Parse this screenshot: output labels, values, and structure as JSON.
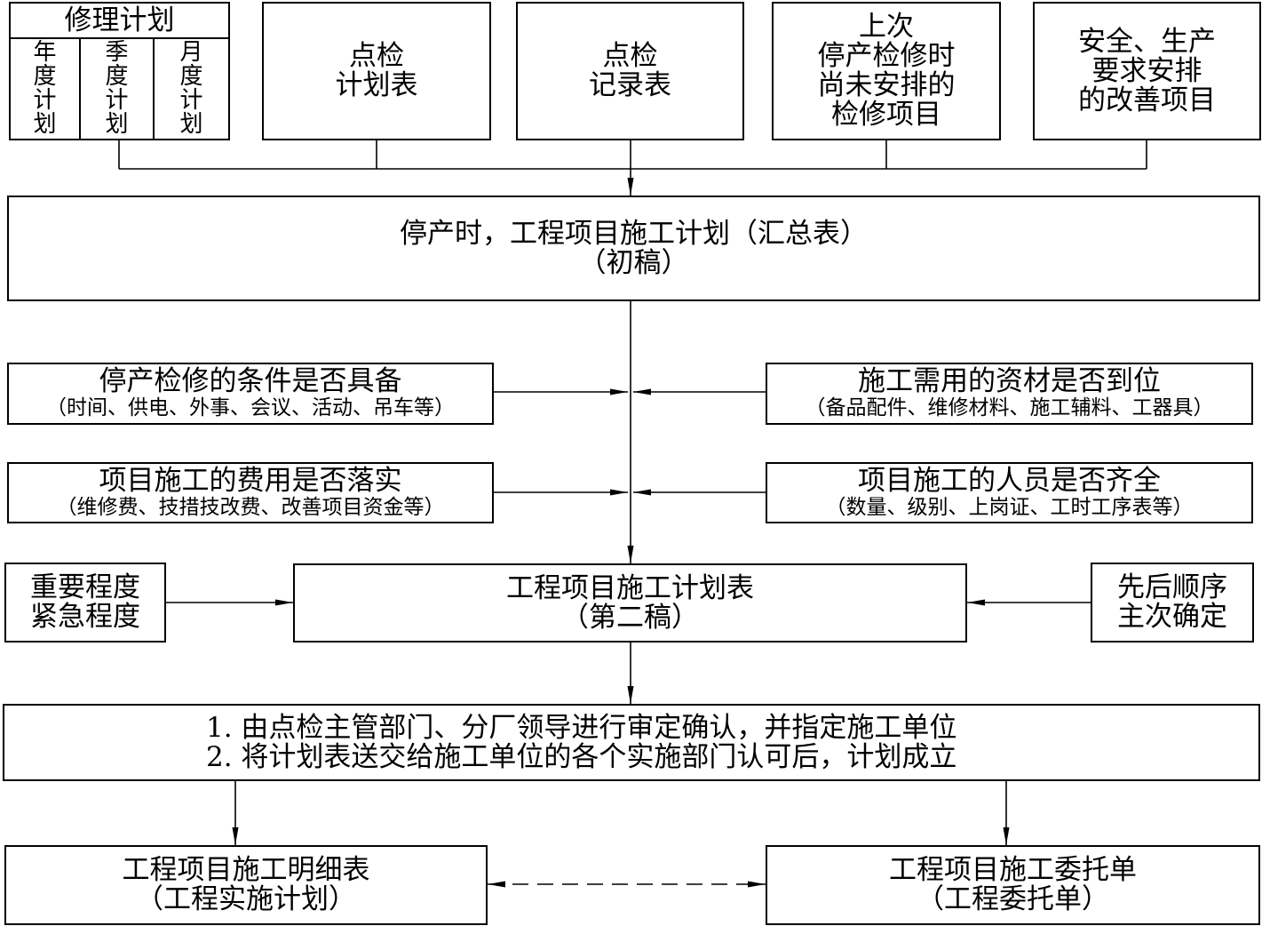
{
  "repair_plan": {
    "title": "修理计划",
    "columns": [
      "年度计划",
      "季度计划",
      "月度计划"
    ]
  },
  "sources": [
    {
      "lines": [
        "点检",
        "计划表"
      ]
    },
    {
      "lines": [
        "点检",
        "记录表"
      ]
    },
    {
      "lines": [
        "上次",
        "停产检修时",
        "尚未安排的",
        "检修项目"
      ]
    },
    {
      "lines": [
        "安全、生产",
        "要求安排",
        "的改善项目"
      ]
    }
  ],
  "summary_plan": {
    "lines": [
      "停产时，工程项目施工计划（汇总表）",
      "（初稿）"
    ]
  },
  "checks": {
    "conditions": {
      "title": "停产检修的条件是否具备",
      "detail": "（时间、供电、外事、会议、活动、吊车等）"
    },
    "materials": {
      "title": "施工需用的资材是否到位",
      "detail": "（备品配件、维修材料、施工辅料、工器具）"
    },
    "funding": {
      "title": "项目施工的费用是否落实",
      "detail": "（维修费、技措技改费、改善项目资金等）"
    },
    "personnel": {
      "title": "项目施工的人员是否齐全",
      "detail": "（数量、级别、上岗证、工时工序表等）"
    }
  },
  "priority": {
    "lines": [
      "重要程度",
      "紧急程度"
    ]
  },
  "second_draft": {
    "lines": [
      "工程项目施工计划表",
      "（第二稿）"
    ]
  },
  "sequence": {
    "lines": [
      "先后顺序",
      "主次确定"
    ]
  },
  "approval": {
    "lines": [
      "1. 由点检主管部门、分厂领导进行审定确认，并指定施工单位",
      "2. 将计划表送交给施工单位的各个实施部门认可后，计划成立"
    ]
  },
  "outputs": {
    "detail_list": {
      "lines": [
        "工程项目施工明细表",
        "（工程实施计划）"
      ]
    },
    "commission": {
      "lines": [
        "工程项目施工委托单",
        "（工程委托单）"
      ]
    }
  }
}
